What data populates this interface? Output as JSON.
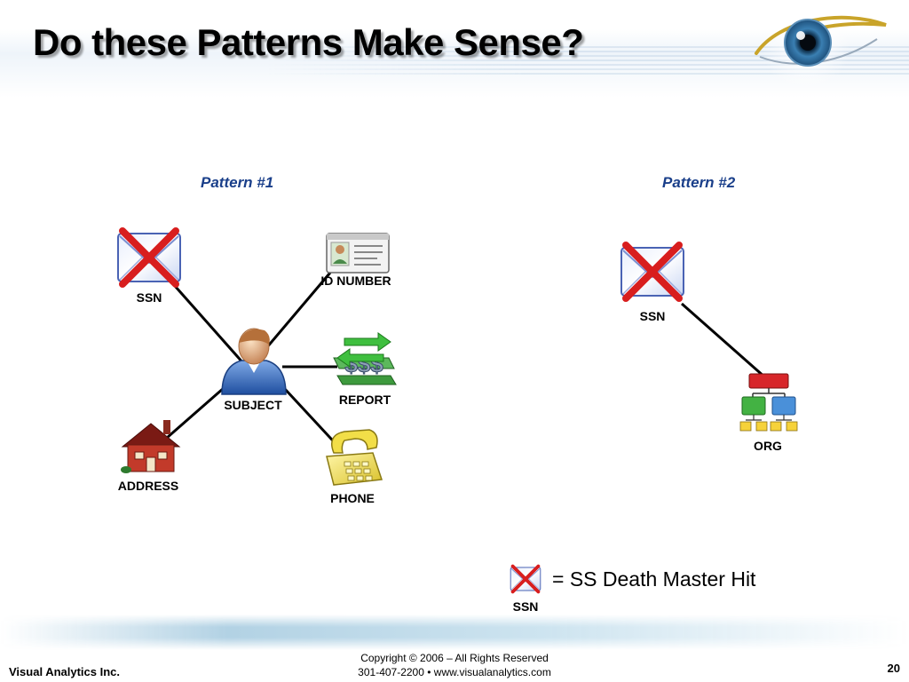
{
  "title": "Do these Patterns Make Sense?",
  "patterns": [
    {
      "label": "Pattern #1",
      "nodes": [
        {
          "id": "ssn",
          "label": "SSN",
          "icon": "ssn-card-crossed-icon",
          "flagged": true
        },
        {
          "id": "id_number",
          "label": "ID NUMBER",
          "icon": "id-card-icon",
          "flagged": false
        },
        {
          "id": "subject",
          "label": "SUBJECT",
          "icon": "person-icon",
          "flagged": false
        },
        {
          "id": "report",
          "label": "REPORT",
          "icon": "money-report-icon",
          "flagged": false
        },
        {
          "id": "address",
          "label": "ADDRESS",
          "icon": "house-icon",
          "flagged": false
        },
        {
          "id": "phone",
          "label": "PHONE",
          "icon": "phone-icon",
          "flagged": false
        }
      ],
      "edges": [
        [
          "subject",
          "ssn"
        ],
        [
          "subject",
          "id_number"
        ],
        [
          "subject",
          "report"
        ],
        [
          "subject",
          "address"
        ],
        [
          "subject",
          "phone"
        ]
      ]
    },
    {
      "label": "Pattern #2",
      "nodes": [
        {
          "id": "ssn",
          "label": "SSN",
          "icon": "ssn-card-crossed-icon",
          "flagged": true
        },
        {
          "id": "org",
          "label": "ORG",
          "icon": "org-chart-icon",
          "flagged": false
        }
      ],
      "edges": [
        [
          "ssn",
          "org"
        ]
      ]
    }
  ],
  "legend": {
    "icon": "ssn-card-crossed-icon",
    "icon_label": "SSN",
    "text": "= SS Death Master Hit"
  },
  "footer": {
    "company": "Visual Analytics Inc.",
    "copyright": "Copyright © 2006 – All Rights Reserved",
    "contact": "301-407-2200  •  www.visualanalytics.com",
    "page_number": "20"
  },
  "colors": {
    "pattern_label": "#1a3f8a",
    "cross": "#d81e1e",
    "edge": "#000000"
  }
}
